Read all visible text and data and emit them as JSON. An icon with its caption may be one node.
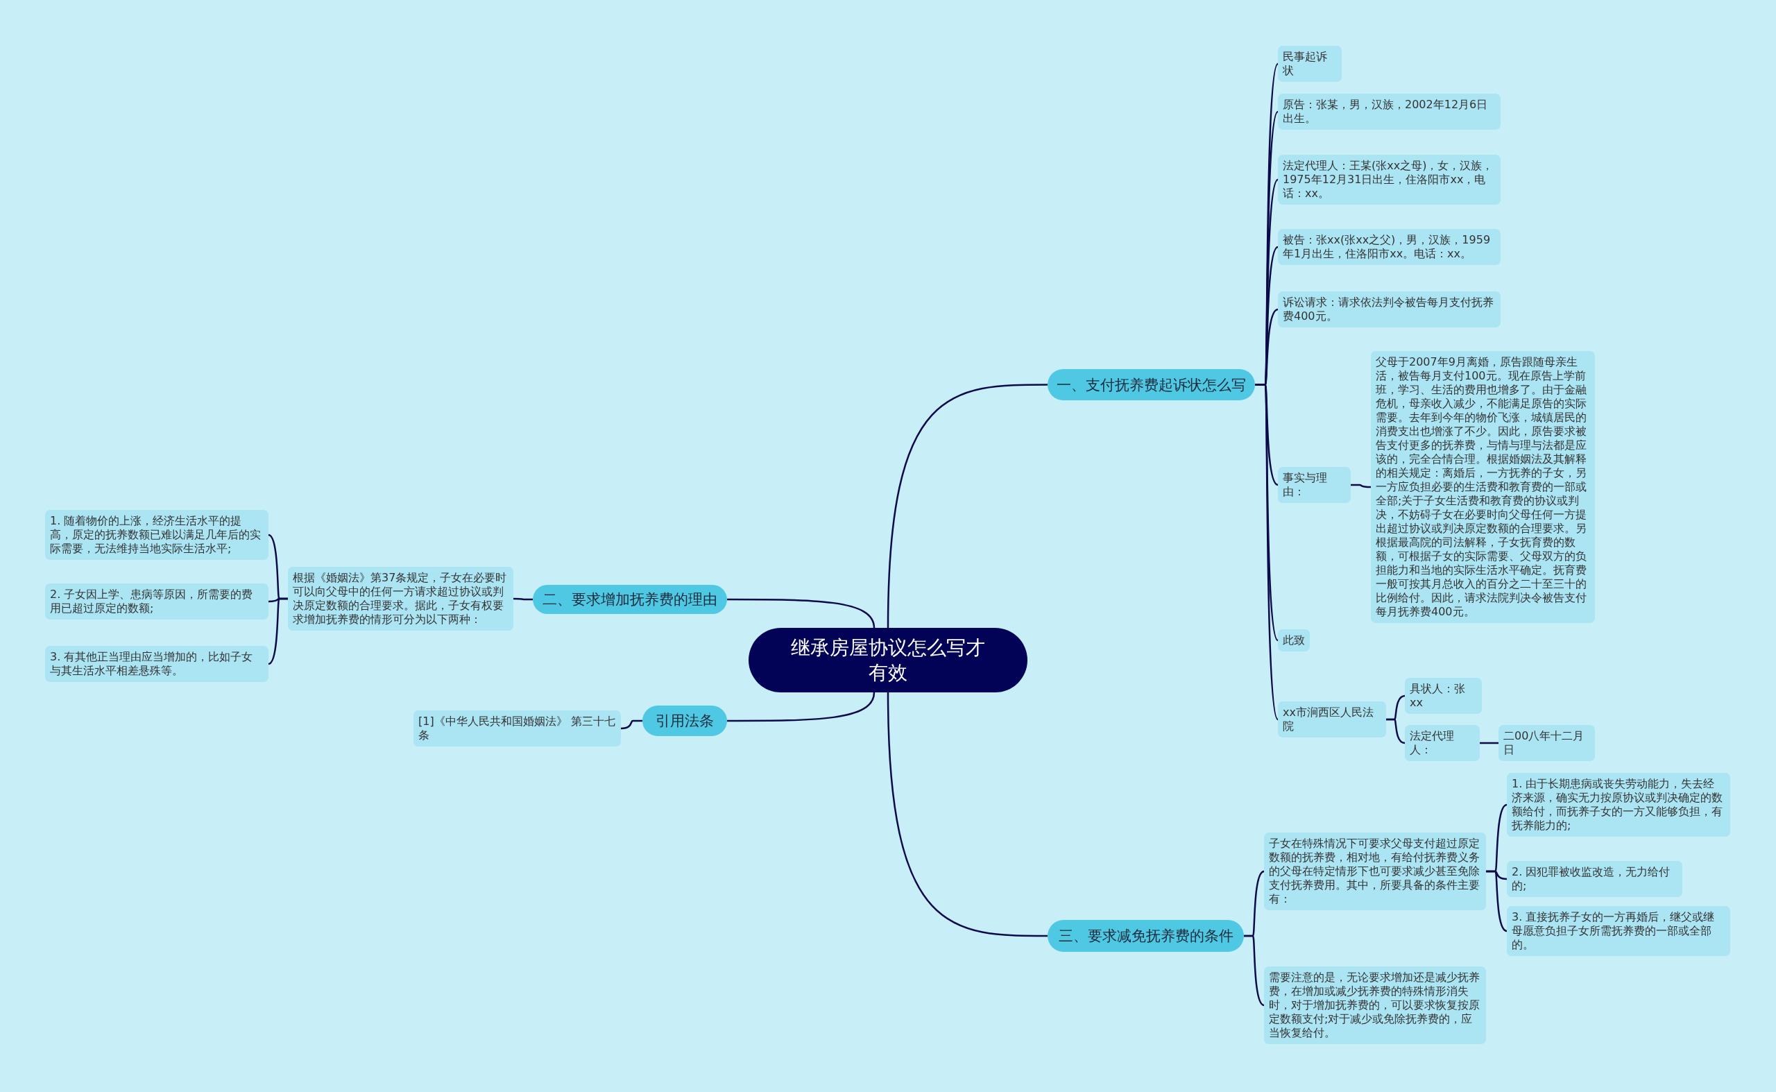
{
  "diagram": {
    "nodes": [
      {
        "text": [
          "继承房屋协议怎么写才有效"
        ]
      },
      {
        "text": [
          "一、支付抚养费起诉状怎么写"
        ]
      },
      {
        "text": [
          "民事起诉状"
        ]
      },
      {
        "text": [
          "原告：张某，男，汉族，2002年12月6日出生。"
        ]
      },
      {
        "text": [
          "法定代理人：王某(张xx之母)，女，汉族，1975年12月31日出生，住洛阳市xx，电话：xx。"
        ]
      },
      {
        "text": [
          "被告：张xx(张xx之父)，男，汉族，1959年1月出生，住洛阳市xx。电话：xx。"
        ]
      },
      {
        "text": [
          "诉讼请求：请求依法判令被告每月支付抚养费400元。"
        ]
      },
      {
        "text": [
          "事实与理由："
        ]
      },
      {
        "text": [
          "父母于2007年9月离婚，原告跟随母亲生活，被告每月支付100元。现在原告上学前班，学习、生活的费用也增多了。由于金融危机，母亲收入减少，不能满足原告的实际需要。去年到今年的物价飞涨，城镇居民的消费支出也增涨了不少。因此，原告要求被告支付更多的抚养费，与情与理与法都是应该的，完全合情合理。根据婚姻法及其解释的相关规定：离婚后，一方抚养的子女，另一方应负担必要的生活费和教育费的一部或全部;关于子女生活费和教育费的协议或判决，不妨碍子女在必要时向父母任何一方提出超过协议或判决原定数额的合理要求。另根据最高院的司法解释，子女抚育费的数额，可根据子女的实际需要、父母双方的负担能力和当地的实际生活水平确定。抚育费一般可按其月总收入的百分之二十至三十的比例给付。因此，请求法院判决令被告支付每月抚养费400元。"
        ]
      },
      {
        "text": [
          "此致"
        ]
      },
      {
        "text": [
          "xx市涧西区人民法院"
        ]
      },
      {
        "text": [
          "具状人：张xx"
        ]
      },
      {
        "text": [
          "法定代理人："
        ]
      },
      {
        "text": [
          "二00八年十二月日"
        ]
      },
      {
        "text": [
          "三、要求减免抚养费的条件"
        ]
      },
      {
        "text": [
          "子女在特殊情况下可要求父母支付超过原定数额的抚养费，相对地，有给付抚养费义务的父母在特定情形下也可要求减少甚至免除支付抚养费用。其中，所要具备的条件主要有："
        ]
      },
      {
        "text": [
          "1. 由于长期患病或丧失劳动能力，失去经济来源，确实无力按原协议或判决确定的数额给付，而抚养子女的一方又能够负担，有抚养能力的;"
        ]
      },
      {
        "text": [
          "2. 因犯罪被收监改造，无力给付的;"
        ]
      },
      {
        "text": [
          "3. 直接抚养子女的一方再婚后，继父或继母愿意负担子女所需抚养费的一部或全部的。"
        ]
      },
      {
        "text": [
          "需要注意的是，无论要求增加还是减少抚养费，在增加或减少抚养费的特殊情形消失时，对于增加抚养费的，可以要求恢复按原定数额支付;对于减少或免除抚养费的，应当恢复给付。"
        ]
      },
      {
        "text": [
          "二、要求增加抚养费的理由"
        ]
      },
      {
        "text": [
          "根据《婚姻法》第37条规定，子女在必要时可以向父母中的任何一方请求超过协议或判决原定数额的合理要求。据此，子女有权要求增加抚养费的情形可分为以下两种："
        ]
      },
      {
        "text": [
          "1. 随着物价的上涨，经济生活水平的提高，原定的抚养数额已难以满足几年后的实际需要，无法维持当地实际生活水平;"
        ]
      },
      {
        "text": [
          "2. 子女因上学、患病等原因，所需要的费用已超过原定的数额;"
        ]
      },
      {
        "text": [
          "3. 有其他正当理由应当增加的，比如子女与其生活水平相差悬殊等。"
        ]
      },
      {
        "text": [
          "引用法条"
        ]
      },
      {
        "text": [
          "[1]《中华人民共和国婚姻法》 第三十七条"
        ]
      }
    ],
    "edges": [
      {
        "from": 0,
        "to": 1,
        "arrow": "none"
      },
      {
        "from": 1,
        "to": 2,
        "arrow": "none"
      },
      {
        "from": 1,
        "to": 3,
        "arrow": "none"
      },
      {
        "from": 1,
        "to": 4,
        "arrow": "none"
      },
      {
        "from": 1,
        "to": 5,
        "arrow": "none"
      },
      {
        "from": 1,
        "to": 6,
        "arrow": "none"
      },
      {
        "from": 1,
        "to": 7,
        "arrow": "none"
      },
      {
        "from": 7,
        "to": 8,
        "arrow": "none"
      },
      {
        "from": 1,
        "to": 9,
        "arrow": "none"
      },
      {
        "from": 1,
        "to": 10,
        "arrow": "none"
      },
      {
        "from": 10,
        "to": 11,
        "arrow": "none"
      },
      {
        "from": 10,
        "to": 12,
        "arrow": "none"
      },
      {
        "from": 12,
        "to": 13,
        "arrow": "none"
      },
      {
        "from": 0,
        "to": 14,
        "arrow": "none"
      },
      {
        "from": 14,
        "to": 15,
        "arrow": "none"
      },
      {
        "from": 15,
        "to": 16,
        "arrow": "none"
      },
      {
        "from": 15,
        "to": 17,
        "arrow": "none"
      },
      {
        "from": 15,
        "to": 18,
        "arrow": "none"
      },
      {
        "from": 14,
        "to": 19,
        "arrow": "none"
      },
      {
        "from": 0,
        "to": 20,
        "arrow": "none"
      },
      {
        "from": 20,
        "to": 21,
        "arrow": "none"
      },
      {
        "from": 21,
        "to": 22,
        "arrow": "none"
      },
      {
        "from": 21,
        "to": 23,
        "arrow": "none"
      },
      {
        "from": 21,
        "to": 24,
        "arrow": "none"
      },
      {
        "from": 0,
        "to": 25,
        "arrow": "none"
      },
      {
        "from": 25,
        "to": 26,
        "arrow": "none"
      }
    ]
  }
}
